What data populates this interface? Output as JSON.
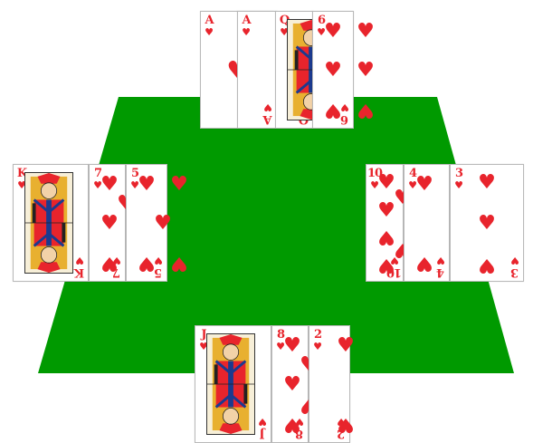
{
  "colors": {
    "felt": "#009a00",
    "red_suit": "#e8242c",
    "card_bg": "#ffffff"
  },
  "hands": [
    {
      "seat": "north",
      "cards": [
        {
          "rank": "A",
          "suit": "♥",
          "layout": "ace"
        },
        {
          "rank": "A",
          "suit": "♥",
          "layout": "sliver"
        },
        {
          "rank": "Q",
          "suit": "♥",
          "layout": "face"
        },
        {
          "rank": "6",
          "suit": "♥",
          "layout": "six"
        }
      ]
    },
    {
      "seat": "west",
      "cards": [
        {
          "rank": "K",
          "suit": "♥",
          "layout": "face"
        },
        {
          "rank": "7",
          "suit": "♥",
          "layout": "seven"
        },
        {
          "rank": "5",
          "suit": "♥",
          "layout": "five"
        }
      ]
    },
    {
      "seat": "east",
      "cards": [
        {
          "rank": "10",
          "suit": "♥",
          "layout": "ten"
        },
        {
          "rank": "4",
          "suit": "♥",
          "layout": "four"
        },
        {
          "rank": "3",
          "suit": "♥",
          "layout": "three"
        }
      ]
    },
    {
      "seat": "south",
      "cards": [
        {
          "rank": "J",
          "suit": "♥",
          "layout": "face"
        },
        {
          "rank": "8",
          "suit": "♥",
          "layout": "eight"
        },
        {
          "rank": "2",
          "suit": "♥",
          "layout": "two"
        }
      ]
    }
  ]
}
